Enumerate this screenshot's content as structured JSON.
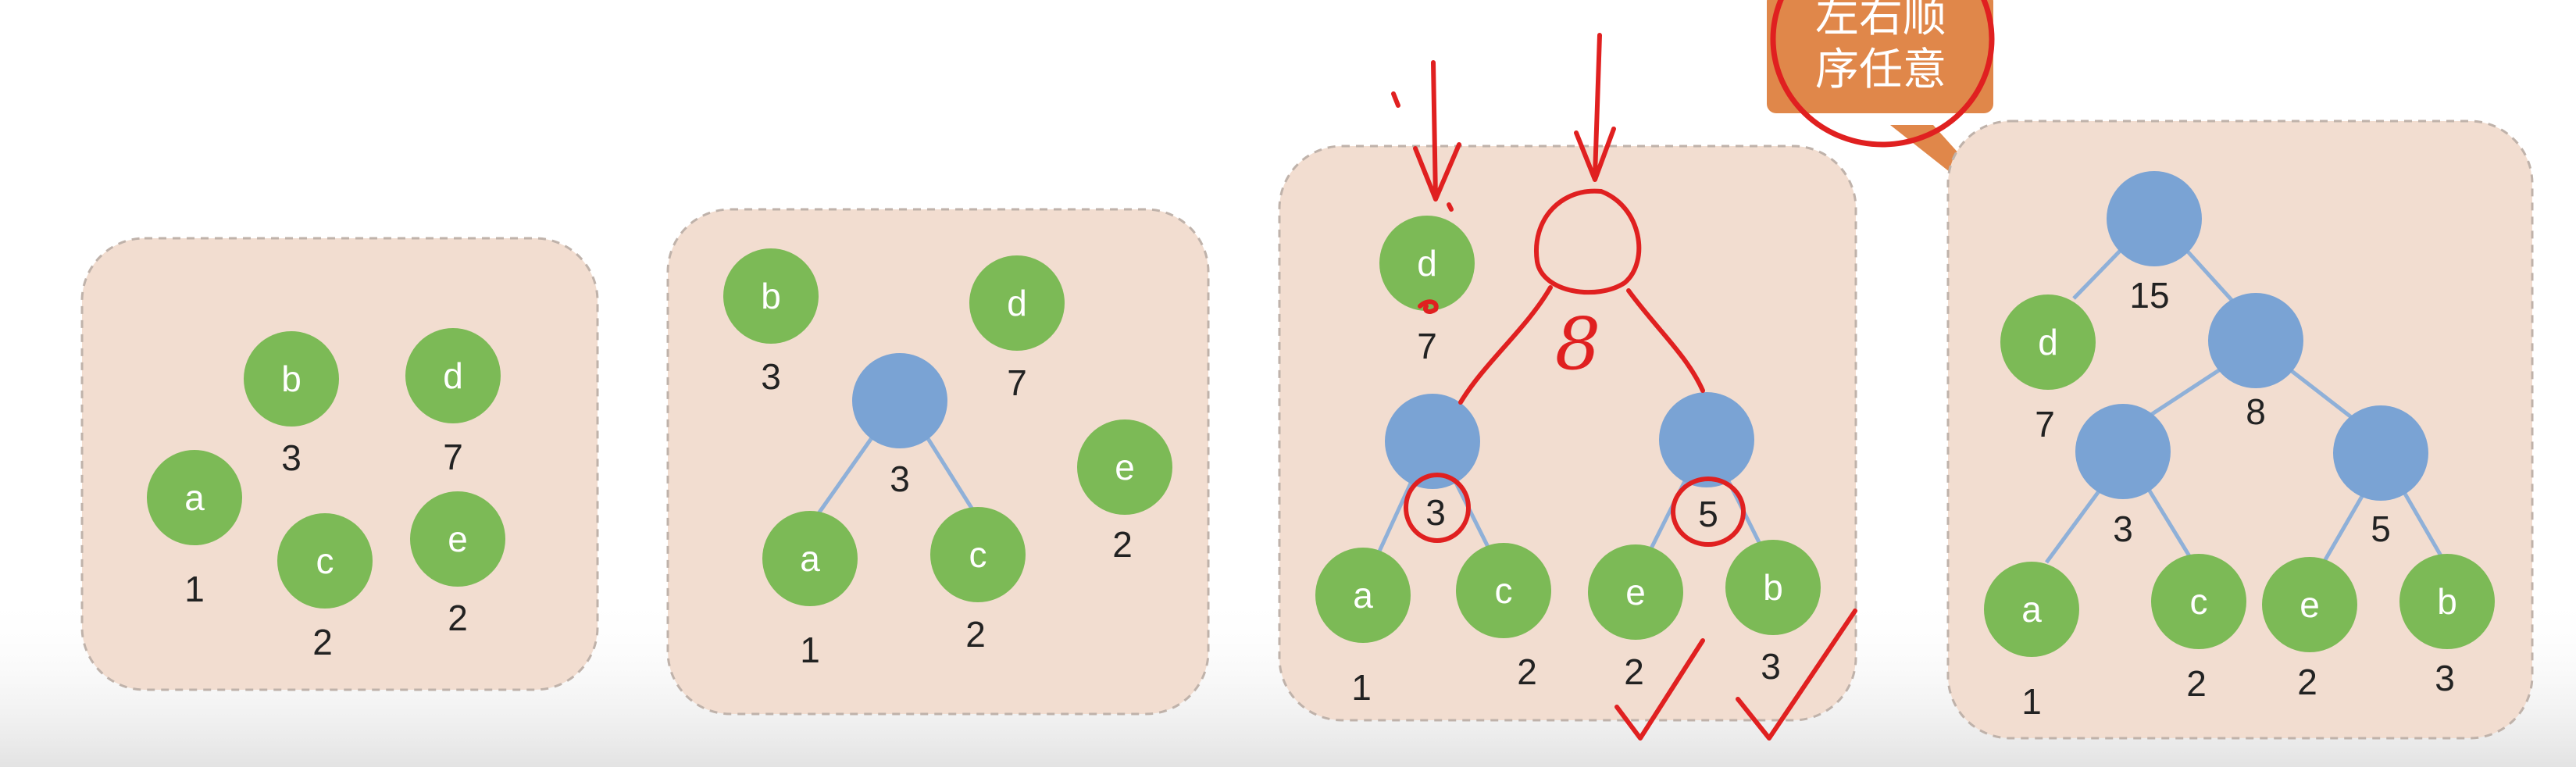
{
  "colors": {
    "panel_fill": "#f2ddd0",
    "panel_border": "#bfb2aa",
    "leaf_node": "#7cba56",
    "internal_node": "#7aa3d4",
    "edge": "#8fb0d8",
    "callout": "#e0874a",
    "annotation": "#e02020"
  },
  "callout": {
    "line1": "左右顺",
    "line2": "序任意"
  },
  "panels": [
    {
      "leaves": [
        {
          "label": "b",
          "weight": "3"
        },
        {
          "label": "d",
          "weight": "7"
        },
        {
          "label": "a",
          "weight": "1"
        },
        {
          "label": "c",
          "weight": "2"
        },
        {
          "label": "e",
          "weight": "2"
        }
      ],
      "internal": []
    },
    {
      "leaves": [
        {
          "label": "b",
          "weight": "3"
        },
        {
          "label": "d",
          "weight": "7"
        },
        {
          "label": "e",
          "weight": "2"
        },
        {
          "label": "a",
          "weight": "1"
        },
        {
          "label": "c",
          "weight": "2"
        }
      ],
      "internal": [
        {
          "weight": "3"
        }
      ]
    },
    {
      "leaves": [
        {
          "label": "d",
          "weight": "7"
        },
        {
          "label": "a",
          "weight": "1"
        },
        {
          "label": "c",
          "weight": "2"
        },
        {
          "label": "e",
          "weight": "2"
        },
        {
          "label": "b",
          "weight": "3"
        }
      ],
      "internal": [
        {
          "weight": "3"
        },
        {
          "weight": "5"
        }
      ],
      "handwritten": {
        "sum": "8"
      }
    },
    {
      "leaves": [
        {
          "label": "d",
          "weight": "7"
        },
        {
          "label": "a",
          "weight": "1"
        },
        {
          "label": "c",
          "weight": "2"
        },
        {
          "label": "e",
          "weight": "2"
        },
        {
          "label": "b",
          "weight": "3"
        }
      ],
      "internal": [
        {
          "weight": "15"
        },
        {
          "weight": "8"
        },
        {
          "weight": "3"
        },
        {
          "weight": "5"
        }
      ]
    }
  ]
}
